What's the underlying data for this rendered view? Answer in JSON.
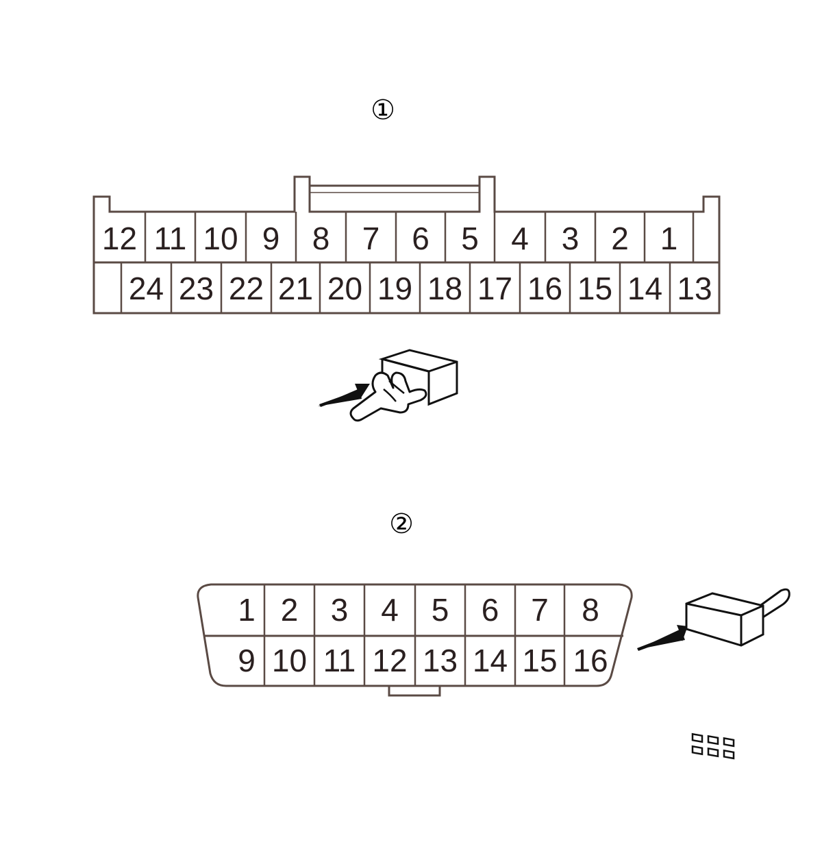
{
  "connector1": {
    "marker": "①",
    "top_row_pins": [
      "12",
      "11",
      "10",
      "9",
      "8",
      "7",
      "6",
      "5",
      "4",
      "3",
      "2",
      "1"
    ],
    "bottom_row_pins": [
      "24",
      "23",
      "22",
      "21",
      "20",
      "19",
      "18",
      "17",
      "16",
      "15",
      "14",
      "13"
    ],
    "icon": "hand-pressing-connector-icon"
  },
  "connector2": {
    "marker": "②",
    "top_row_pins": [
      "1",
      "2",
      "3",
      "4",
      "5",
      "6",
      "7",
      "8"
    ],
    "bottom_row_pins": [
      "9",
      "10",
      "11",
      "12",
      "13",
      "14",
      "15",
      "16"
    ],
    "icon": "plug-connector-icon"
  },
  "colors": {
    "line": "#5a4a44",
    "text": "#2a2020"
  }
}
